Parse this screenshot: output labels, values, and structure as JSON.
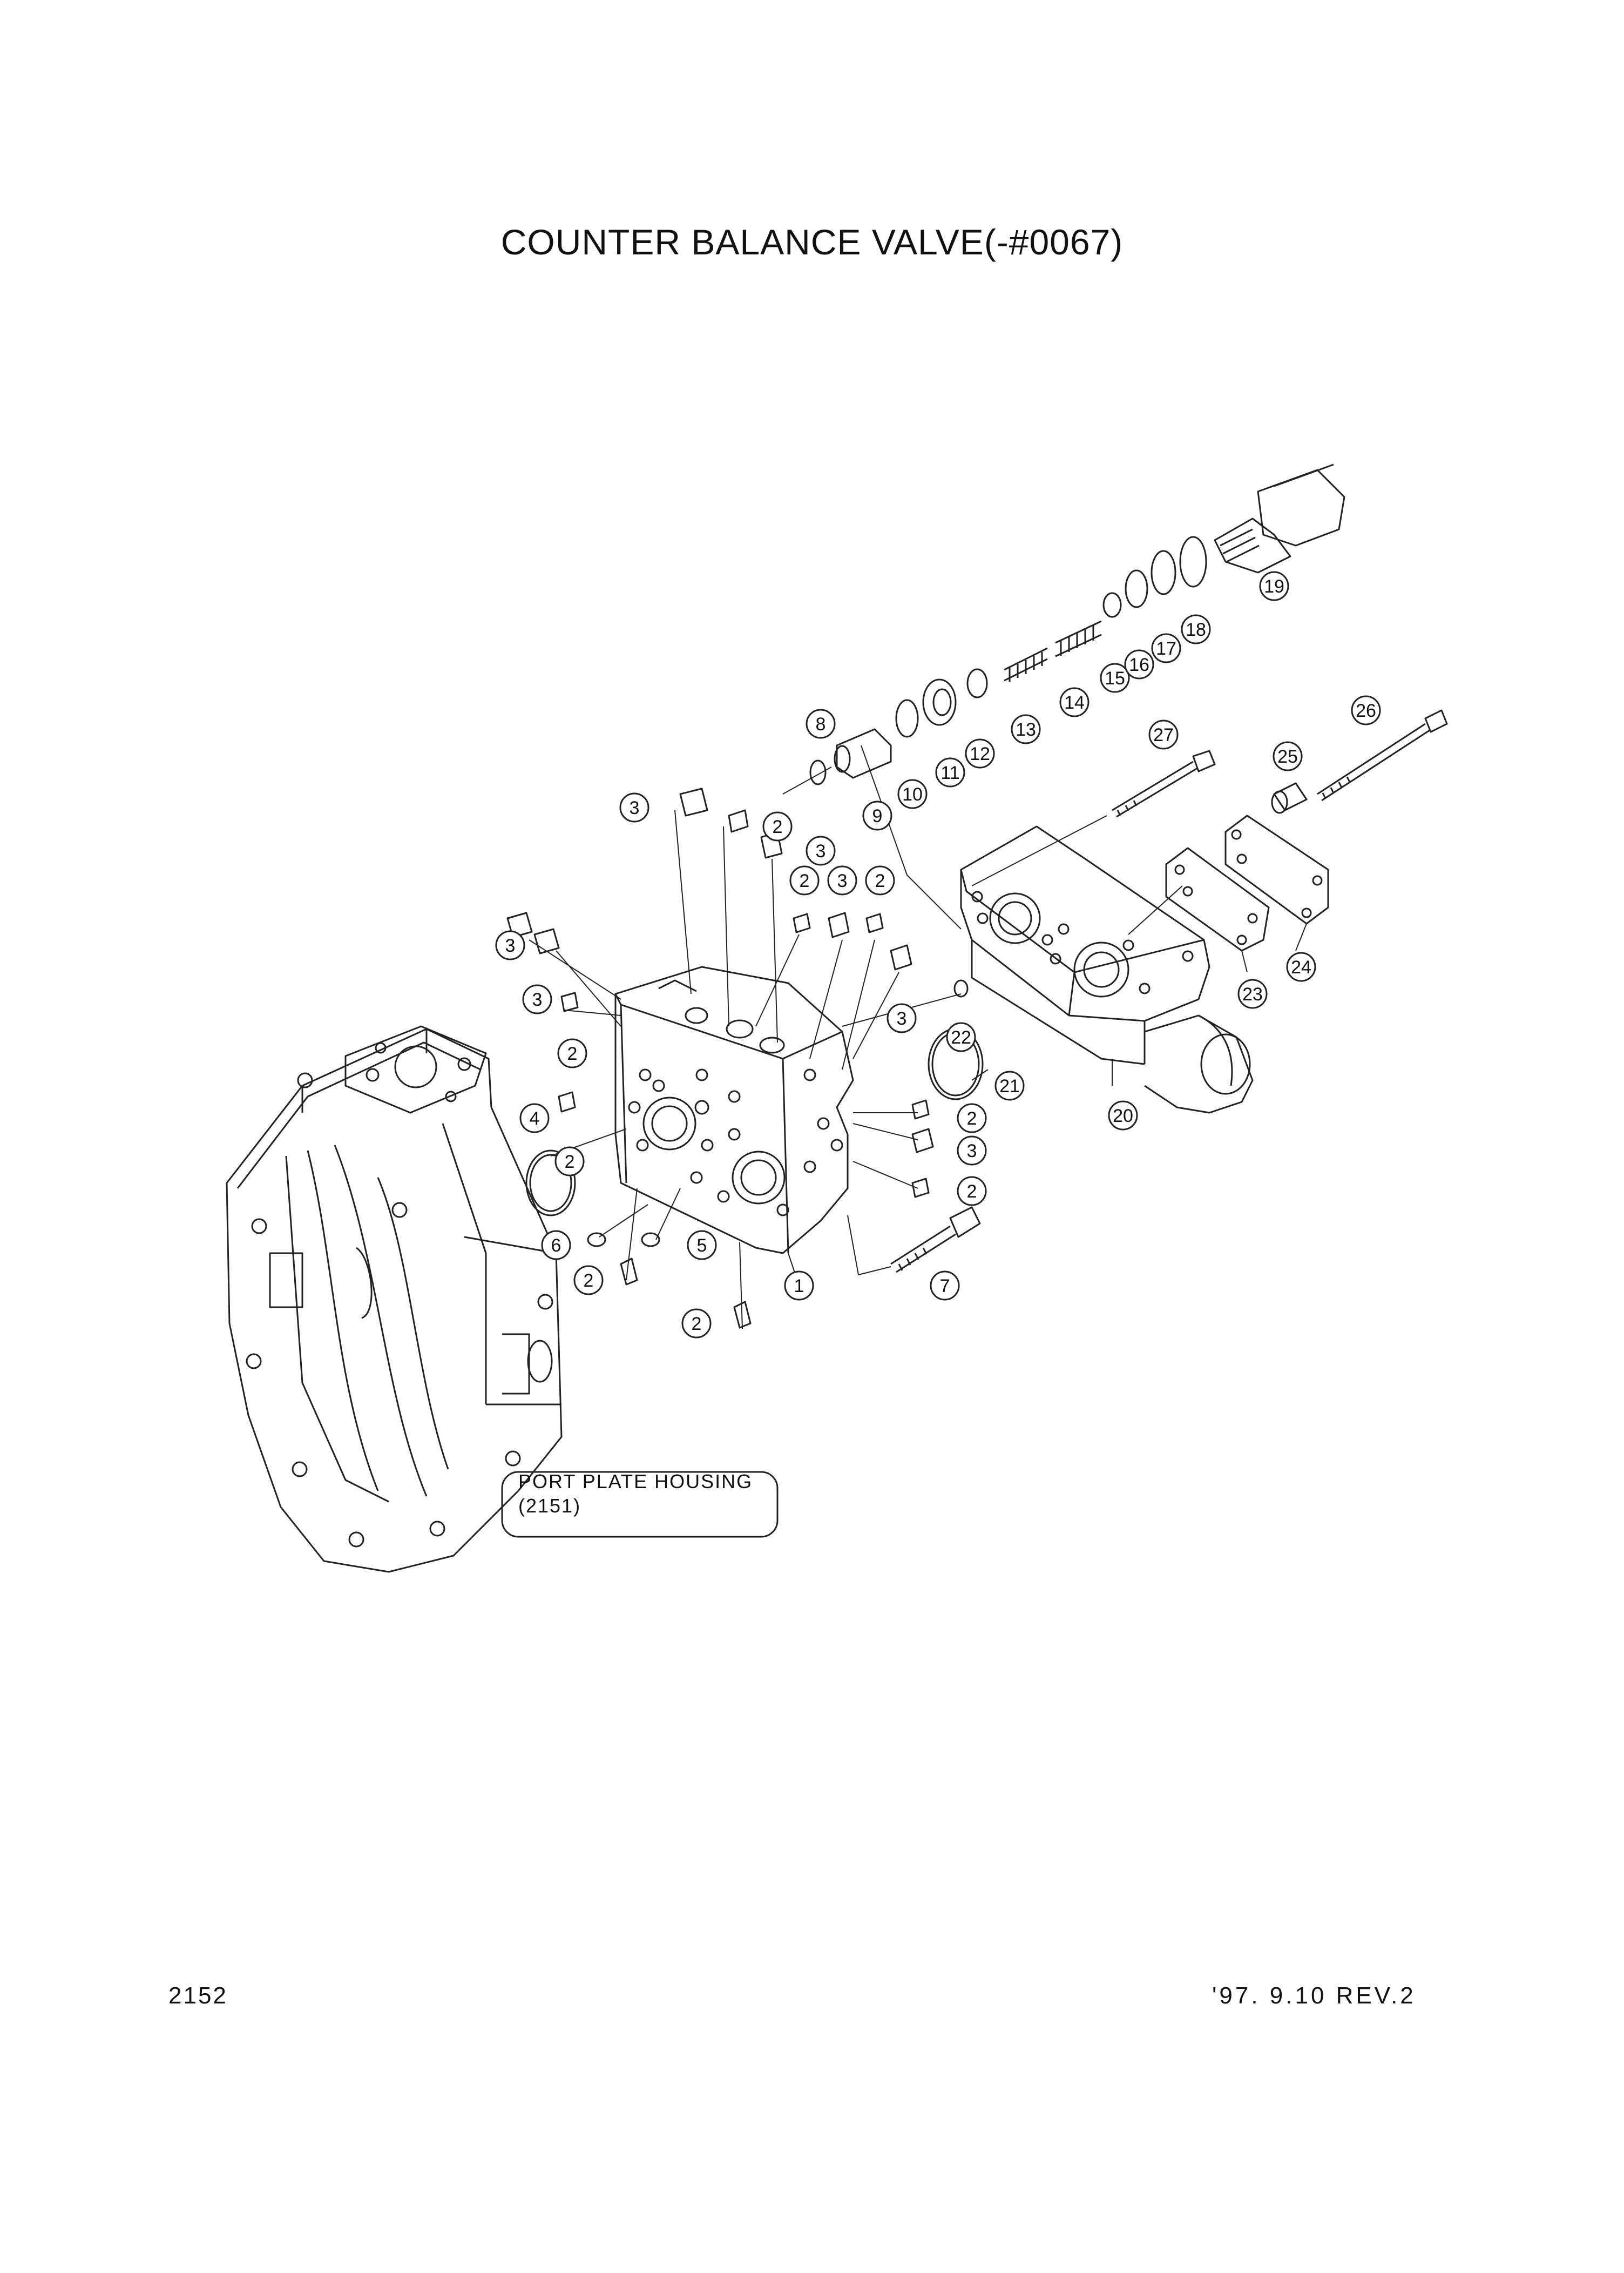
{
  "title": "COUNTER BALANCE VALVE(-#0067)",
  "page_number": "2152",
  "revision": "'97. 9.10 REV.2",
  "reference_box": {
    "line1": "PORT PLATE HOUSING",
    "line2": "(2151)"
  },
  "callouts": [
    "1",
    "2",
    "3",
    "4",
    "5",
    "6",
    "7",
    "8",
    "9",
    "10",
    "11",
    "12",
    "13",
    "14",
    "15",
    "16",
    "17",
    "18",
    "19",
    "20",
    "21",
    "22",
    "23",
    "24",
    "25",
    "26",
    "27"
  ]
}
